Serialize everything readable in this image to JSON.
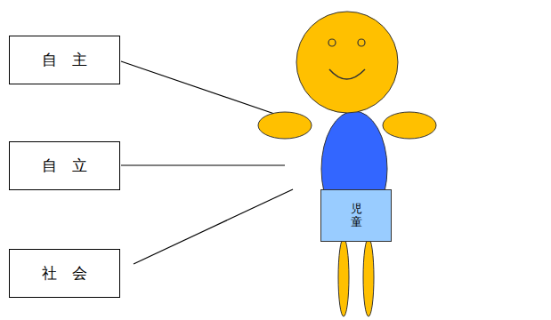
{
  "diagram": {
    "nodes": [
      {
        "text": [
          "自　主"
        ]
      },
      {
        "text": [
          "自　立"
        ]
      },
      {
        "text": [
          "社　会"
        ]
      },
      {
        "text": [
          "児童"
        ]
      }
    ]
  }
}
